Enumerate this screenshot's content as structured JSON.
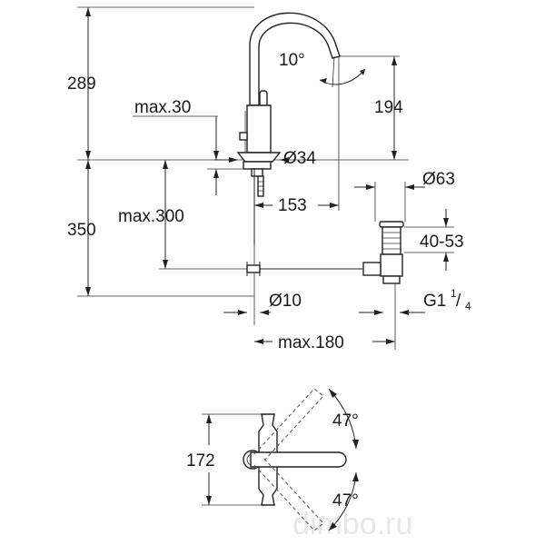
{
  "dimensions": {
    "overall_height_above_deck": "289",
    "spout_height": "194",
    "max_deck_thickness": "max.30",
    "base_diameter": "Ø34",
    "spout_reach": "153",
    "waste_diameter": "Ø63",
    "below_deck_height": "350",
    "max_rod_depth": "max.300",
    "waste_adjust_range": "40-53",
    "rod_diameter": "Ø10",
    "waste_thread": "G1",
    "waste_thread_fraction_num": "1",
    "waste_thread_fraction_den": "4",
    "max_rod_reach": "max.180",
    "spout_swivel_angle": "10°",
    "handle_length": "172",
    "handle_angle_top": "47°",
    "handle_angle_bottom": "47°"
  },
  "watermark": "dimbo.ru"
}
